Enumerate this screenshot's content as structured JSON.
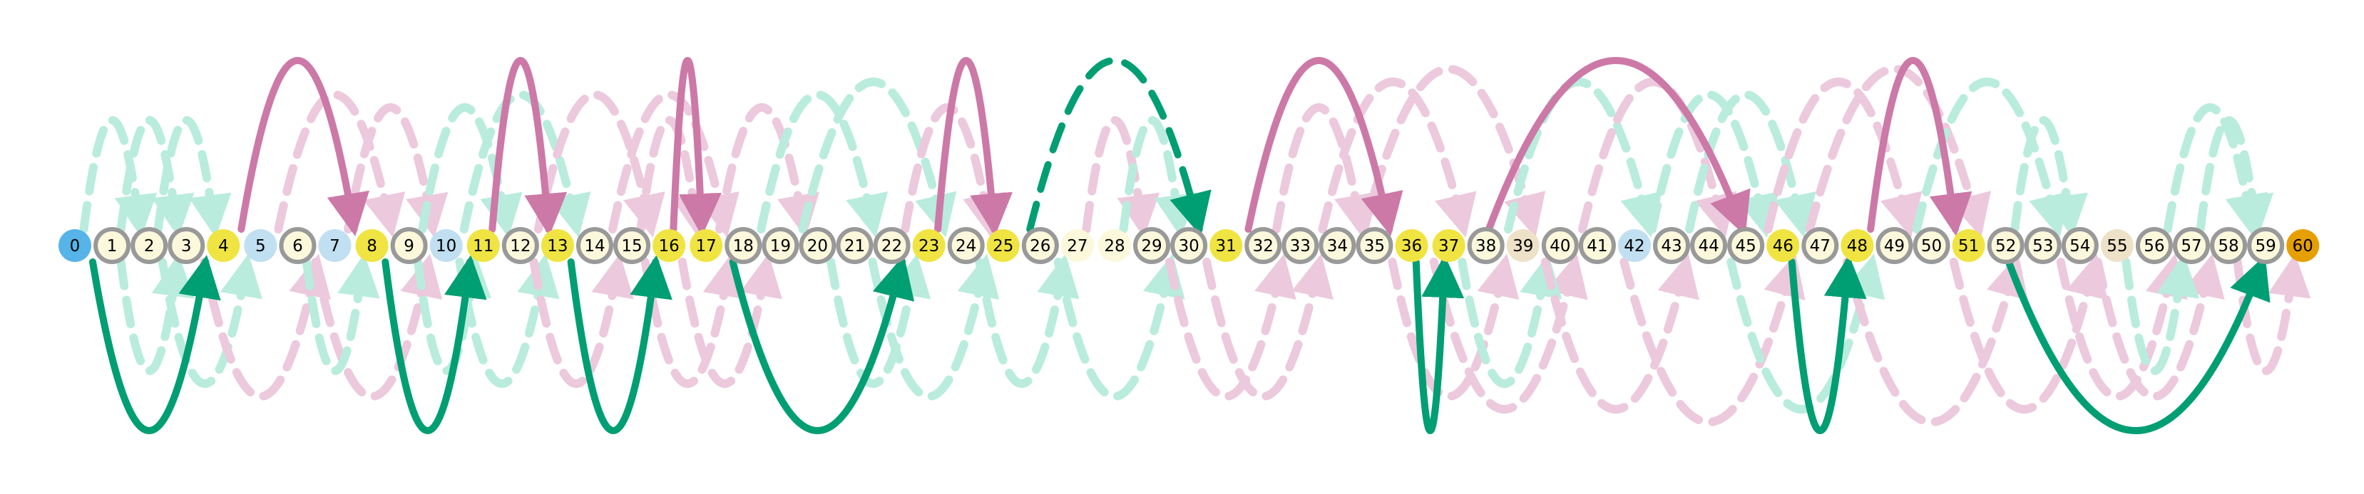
{
  "colors": {
    "background": "#ffffff",
    "arc_pink": "#cc79a7",
    "arc_green": "#009e73",
    "faded_pink": "#ecc9dd",
    "faded_green": "#b9ecdd",
    "node_ring": "#999999",
    "start_node": "#56b4e9",
    "end_node": "#e69f00",
    "path_node": "#f0e442",
    "plain_node": "#fbf8dc",
    "blue_node": "#c0dff1",
    "tan_node": "#ede2c8",
    "text": "#000000"
  },
  "nodes": [
    {
      "label": "0",
      "style": "start"
    },
    {
      "label": "1",
      "style": "plain"
    },
    {
      "label": "2",
      "style": "plain"
    },
    {
      "label": "3",
      "style": "plain"
    },
    {
      "label": "4",
      "style": "path"
    },
    {
      "label": "5",
      "style": "blue"
    },
    {
      "label": "6",
      "style": "plain"
    },
    {
      "label": "7",
      "style": "blue"
    },
    {
      "label": "8",
      "style": "path"
    },
    {
      "label": "9",
      "style": "plain"
    },
    {
      "label": "10",
      "style": "blue"
    },
    {
      "label": "11",
      "style": "path"
    },
    {
      "label": "12",
      "style": "plain"
    },
    {
      "label": "13",
      "style": "path"
    },
    {
      "label": "14",
      "style": "plain"
    },
    {
      "label": "15",
      "style": "plain"
    },
    {
      "label": "16",
      "style": "path"
    },
    {
      "label": "17",
      "style": "path"
    },
    {
      "label": "18",
      "style": "plain"
    },
    {
      "label": "19",
      "style": "plain"
    },
    {
      "label": "20",
      "style": "plain"
    },
    {
      "label": "21",
      "style": "plain"
    },
    {
      "label": "22",
      "style": "plain"
    },
    {
      "label": "23",
      "style": "path"
    },
    {
      "label": "24",
      "style": "plain"
    },
    {
      "label": "25",
      "style": "path"
    },
    {
      "label": "26",
      "style": "plain"
    },
    {
      "label": "27",
      "style": "plain_noring"
    },
    {
      "label": "28",
      "style": "plain_noring"
    },
    {
      "label": "29",
      "style": "plain"
    },
    {
      "label": "30",
      "style": "plain"
    },
    {
      "label": "31",
      "style": "path"
    },
    {
      "label": "32",
      "style": "plain"
    },
    {
      "label": "33",
      "style": "plain"
    },
    {
      "label": "34",
      "style": "plain"
    },
    {
      "label": "35",
      "style": "plain"
    },
    {
      "label": "36",
      "style": "path"
    },
    {
      "label": "37",
      "style": "path"
    },
    {
      "label": "38",
      "style": "plain"
    },
    {
      "label": "39",
      "style": "tan"
    },
    {
      "label": "40",
      "style": "plain"
    },
    {
      "label": "41",
      "style": "plain"
    },
    {
      "label": "42",
      "style": "blue"
    },
    {
      "label": "43",
      "style": "plain"
    },
    {
      "label": "44",
      "style": "plain"
    },
    {
      "label": "45",
      "style": "plain"
    },
    {
      "label": "46",
      "style": "path"
    },
    {
      "label": "47",
      "style": "plain"
    },
    {
      "label": "48",
      "style": "path"
    },
    {
      "label": "49",
      "style": "plain"
    },
    {
      "label": "50",
      "style": "plain"
    },
    {
      "label": "51",
      "style": "path"
    },
    {
      "label": "52",
      "style": "plain"
    },
    {
      "label": "53",
      "style": "plain"
    },
    {
      "label": "54",
      "style": "plain"
    },
    {
      "label": "55",
      "style": "tan"
    },
    {
      "label": "56",
      "style": "plain"
    },
    {
      "label": "57",
      "style": "plain"
    },
    {
      "label": "58",
      "style": "plain"
    },
    {
      "label": "59",
      "style": "plain"
    },
    {
      "label": "60",
      "style": "end"
    }
  ],
  "path_arcs": [
    {
      "from": 0,
      "to": 4,
      "side": "below",
      "color": "green",
      "dashed": false
    },
    {
      "from": 4,
      "to": 8,
      "side": "above",
      "color": "pink",
      "dashed": false
    },
    {
      "from": 8,
      "to": 11,
      "side": "below",
      "color": "green",
      "dashed": false
    },
    {
      "from": 11,
      "to": 13,
      "side": "above",
      "color": "pink",
      "dashed": false
    },
    {
      "from": 13,
      "to": 16,
      "side": "below",
      "color": "green",
      "dashed": false
    },
    {
      "from": 16,
      "to": 17,
      "side": "above",
      "color": "pink",
      "dashed": false
    },
    {
      "from": 17,
      "to": 23,
      "side": "below",
      "color": "green",
      "dashed": false
    },
    {
      "from": 23,
      "to": 25,
      "side": "above",
      "color": "pink",
      "dashed": false
    },
    {
      "from": 25,
      "to": 31,
      "side": "above",
      "color": "green",
      "dashed": true
    },
    {
      "from": 31,
      "to": 36,
      "side": "above",
      "color": "pink",
      "dashed": false
    },
    {
      "from": 36,
      "to": 37,
      "side": "below",
      "color": "green",
      "dashed": false
    },
    {
      "from": 37,
      "to": 46,
      "side": "above",
      "color": "pink",
      "dashed": false
    },
    {
      "from": 46,
      "to": 48,
      "side": "below",
      "color": "green",
      "dashed": false
    },
    {
      "from": 48,
      "to": 51,
      "side": "above",
      "color": "pink",
      "dashed": false
    },
    {
      "from": 51,
      "to": 60,
      "side": "below",
      "color": "green",
      "dashed": false
    }
  ],
  "faded_arcs": [
    {
      "from": 0,
      "to": 2,
      "side": "above",
      "color": "green"
    },
    {
      "from": 1,
      "to": 3,
      "side": "above",
      "color": "green"
    },
    {
      "from": 2,
      "to": 4,
      "side": "above",
      "color": "green"
    },
    {
      "from": 1,
      "to": 3,
      "side": "below",
      "color": "green"
    },
    {
      "from": 2,
      "to": 5,
      "side": "below",
      "color": "green"
    },
    {
      "from": 3,
      "to": 7,
      "side": "below",
      "color": "pink"
    },
    {
      "from": 5,
      "to": 9,
      "side": "above",
      "color": "pink"
    },
    {
      "from": 6,
      "to": 10,
      "side": "below",
      "color": "pink"
    },
    {
      "from": 6,
      "to": 8,
      "side": "below",
      "color": "green"
    },
    {
      "from": 7,
      "to": 10,
      "side": "above",
      "color": "pink"
    },
    {
      "from": 9,
      "to": 12,
      "side": "above",
      "color": "green"
    },
    {
      "from": 10,
      "to": 14,
      "side": "above",
      "color": "green"
    },
    {
      "from": 9,
      "to": 11,
      "side": "below",
      "color": "green"
    },
    {
      "from": 10,
      "to": 13,
      "side": "below",
      "color": "green"
    },
    {
      "from": 12,
      "to": 15,
      "side": "below",
      "color": "pink"
    },
    {
      "from": 12,
      "to": 16,
      "side": "above",
      "color": "pink"
    },
    {
      "from": 14,
      "to": 18,
      "side": "above",
      "color": "pink"
    },
    {
      "from": 15,
      "to": 18,
      "side": "below",
      "color": "pink"
    },
    {
      "from": 16,
      "to": 19,
      "side": "below",
      "color": "pink"
    },
    {
      "from": 15,
      "to": 17,
      "side": "above",
      "color": "pink"
    },
    {
      "from": 17,
      "to": 20,
      "side": "above",
      "color": "pink"
    },
    {
      "from": 18,
      "to": 22,
      "side": "above",
      "color": "green"
    },
    {
      "from": 19,
      "to": 24,
      "side": "above",
      "color": "green"
    },
    {
      "from": 20,
      "to": 23,
      "side": "below",
      "color": "green"
    },
    {
      "from": 21,
      "to": 25,
      "side": "below",
      "color": "green"
    },
    {
      "from": 22,
      "to": 25,
      "side": "above",
      "color": "pink"
    },
    {
      "from": 24,
      "to": 27,
      "side": "below",
      "color": "green"
    },
    {
      "from": 26,
      "to": 30,
      "side": "below",
      "color": "green"
    },
    {
      "from": 27,
      "to": 29,
      "side": "above",
      "color": "pink"
    },
    {
      "from": 28,
      "to": 30,
      "side": "above",
      "color": "green"
    },
    {
      "from": 29,
      "to": 33,
      "side": "below",
      "color": "pink"
    },
    {
      "from": 30,
      "to": 34,
      "side": "below",
      "color": "pink"
    },
    {
      "from": 32,
      "to": 35,
      "side": "above",
      "color": "pink"
    },
    {
      "from": 33,
      "to": 38,
      "side": "above",
      "color": "pink"
    },
    {
      "from": 34,
      "to": 40,
      "side": "above",
      "color": "pink"
    },
    {
      "from": 35,
      "to": 39,
      "side": "below",
      "color": "pink"
    },
    {
      "from": 36,
      "to": 41,
      "side": "below",
      "color": "pink"
    },
    {
      "from": 37,
      "to": 40,
      "side": "below",
      "color": "green"
    },
    {
      "from": 38,
      "to": 43,
      "side": "above",
      "color": "green"
    },
    {
      "from": 39,
      "to": 44,
      "side": "below",
      "color": "pink"
    },
    {
      "from": 40,
      "to": 45,
      "side": "above",
      "color": "pink"
    },
    {
      "from": 41,
      "to": 47,
      "side": "below",
      "color": "pink"
    },
    {
      "from": 42,
      "to": 46,
      "side": "above",
      "color": "green"
    },
    {
      "from": 43,
      "to": 47,
      "side": "above",
      "color": "green"
    },
    {
      "from": 44,
      "to": 49,
      "side": "below",
      "color": "green"
    },
    {
      "from": 45,
      "to": 50,
      "side": "above",
      "color": "pink"
    },
    {
      "from": 46,
      "to": 52,
      "side": "above",
      "color": "pink"
    },
    {
      "from": 47,
      "to": 53,
      "side": "below",
      "color": "pink"
    },
    {
      "from": 49,
      "to": 54,
      "side": "above",
      "color": "green"
    },
    {
      "from": 50,
      "to": 55,
      "side": "below",
      "color": "pink"
    },
    {
      "from": 52,
      "to": 54,
      "side": "above",
      "color": "green"
    },
    {
      "from": 53,
      "to": 57,
      "side": "below",
      "color": "pink"
    },
    {
      "from": 54,
      "to": 58,
      "side": "below",
      "color": "pink"
    },
    {
      "from": 55,
      "to": 57,
      "side": "below",
      "color": "green"
    },
    {
      "from": 56,
      "to": 59,
      "side": "above",
      "color": "green"
    },
    {
      "from": 57,
      "to": 59,
      "side": "above",
      "color": "green"
    },
    {
      "from": 58,
      "to": 60,
      "side": "below",
      "color": "pink"
    }
  ]
}
